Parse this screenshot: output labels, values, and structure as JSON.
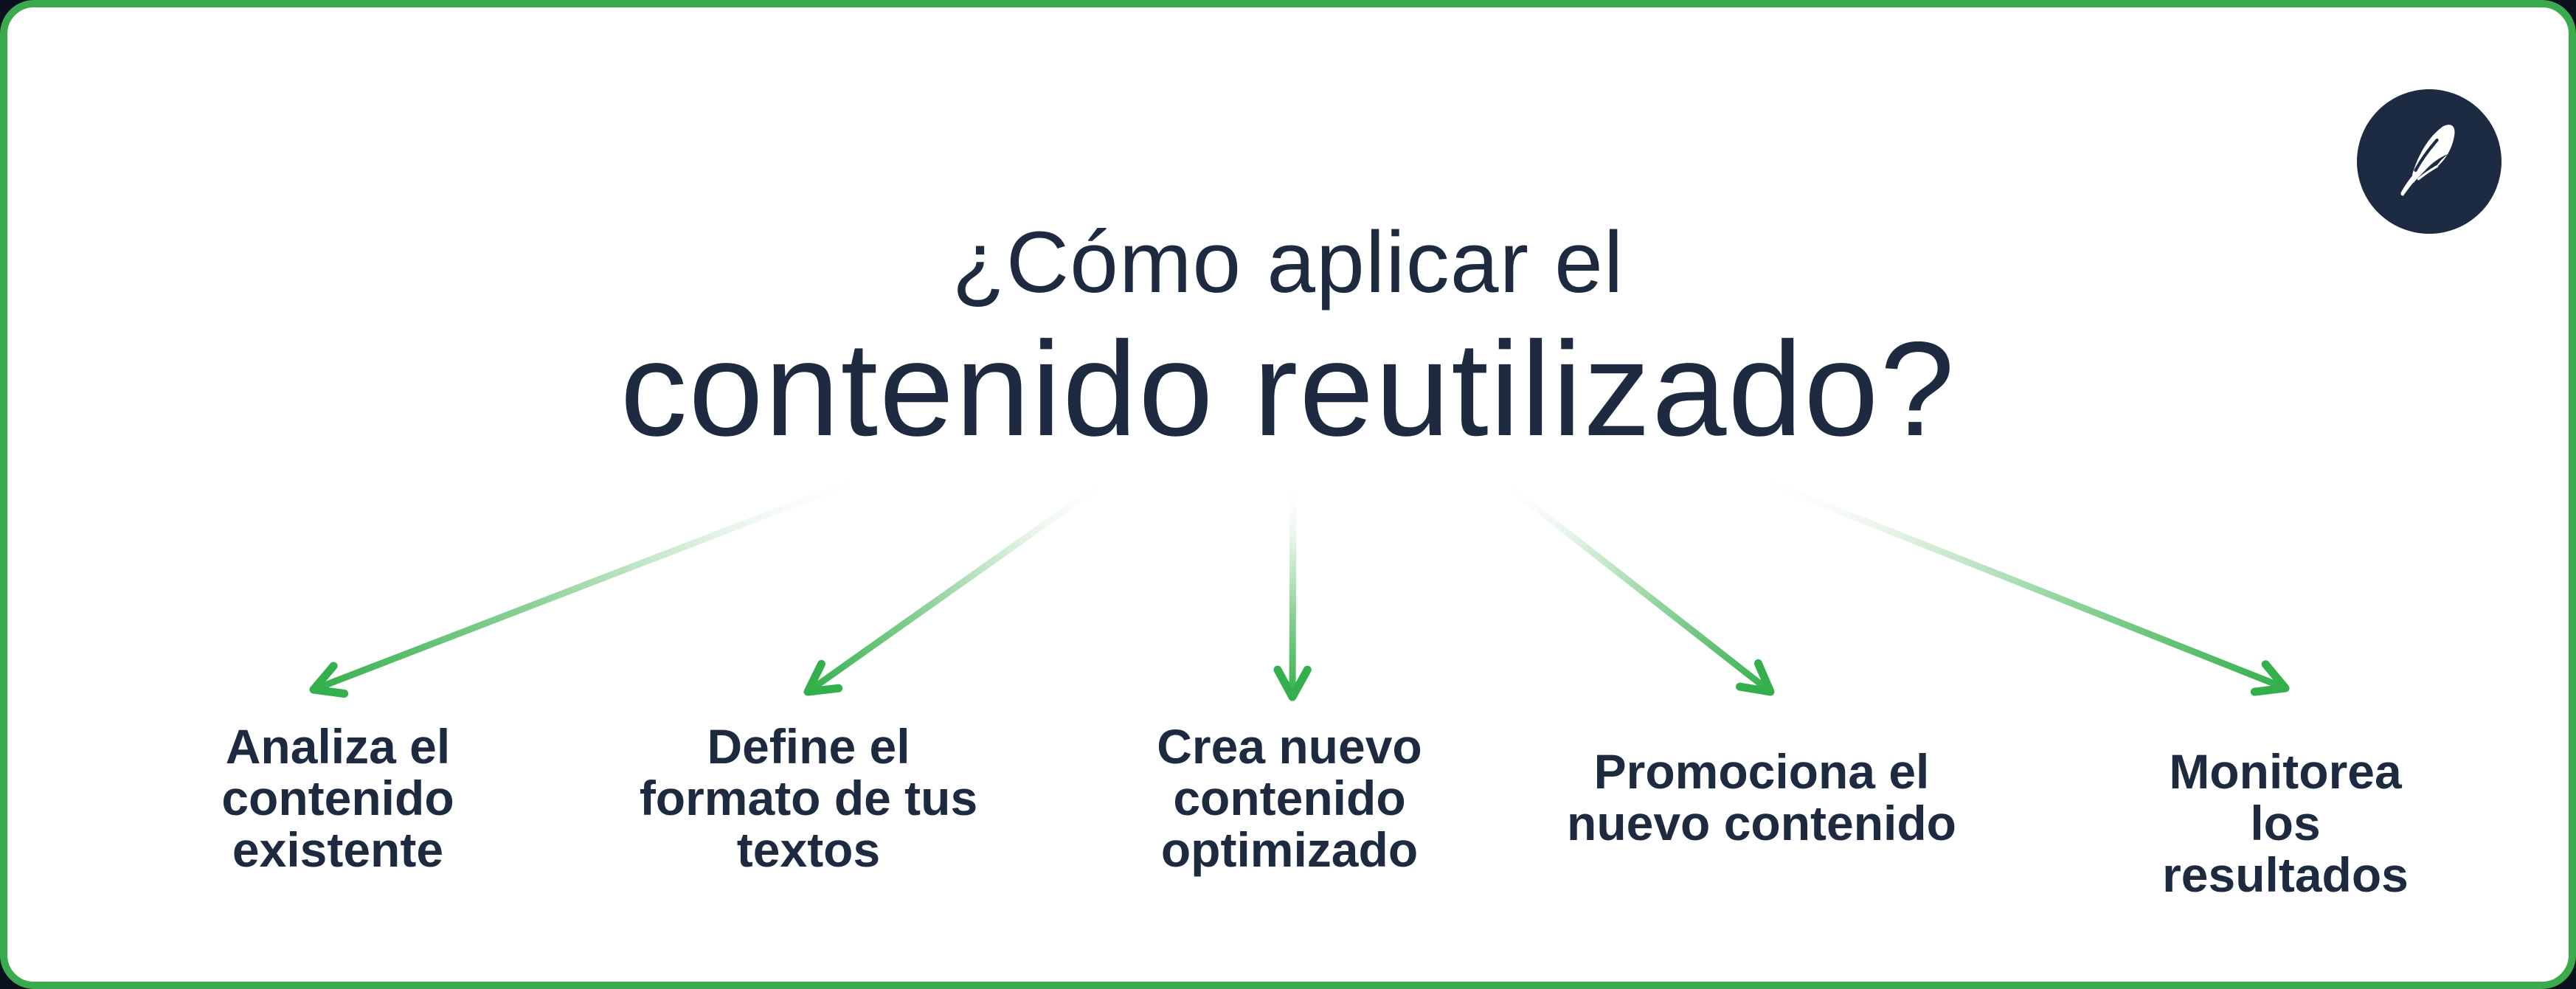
{
  "colors": {
    "page_bg": "#0b111f",
    "card_bg": "#ffffff",
    "accent_green": "#3aab4c",
    "arrow_green": "#33b04c",
    "text_navy": "#1d2a3f",
    "logo_navy": "#1c2a42"
  },
  "logo": {
    "icon": "quill-feather"
  },
  "title": {
    "line1": "¿Cómo aplicar el",
    "line2": "contenido reutilizado?"
  },
  "steps": [
    {
      "label": "Analiza el\ncontenido\nexistente"
    },
    {
      "label": "Define el\nformato de tus\ntextos"
    },
    {
      "label": "Crea nuevo\ncontenido\noptimizado"
    },
    {
      "label": "Promociona el\nnuevo contenido"
    },
    {
      "label": "Monitorea los\nresultados"
    }
  ]
}
